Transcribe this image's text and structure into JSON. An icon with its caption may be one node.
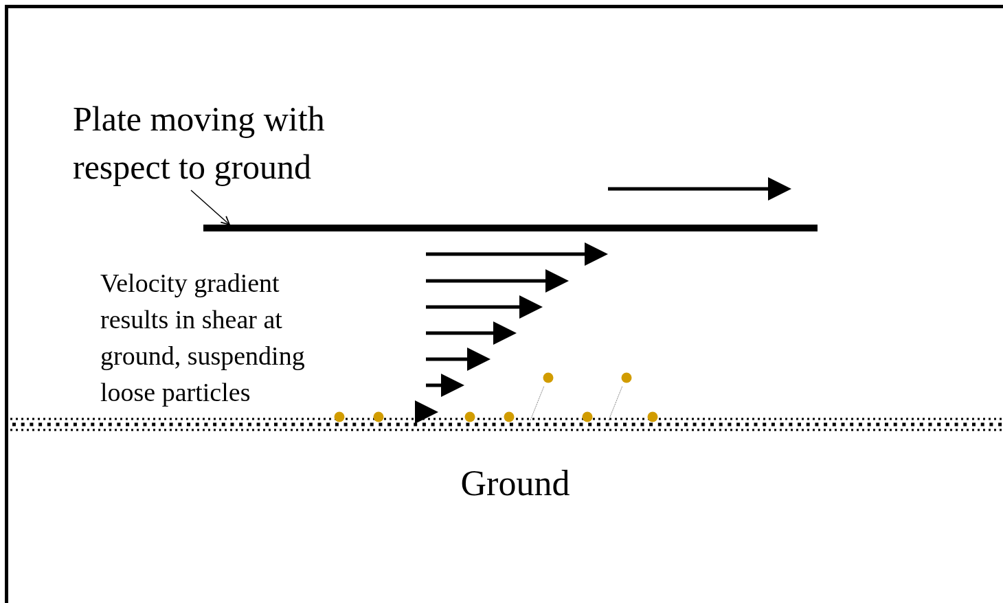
{
  "diagram": {
    "nodes": [
      {
        "text": [
          "Plate moving with respect to ground"
        ]
      },
      {
        "text": [],
        "shape": "bar"
      },
      {
        "text": [
          "Velocity gradient results in shear at ground, suspending loose particles"
        ]
      },
      {
        "text": [
          "Ground"
        ]
      }
    ],
    "edges": [
      {
        "from": 0,
        "to": 1,
        "arrow": "to"
      }
    ]
  }
}
